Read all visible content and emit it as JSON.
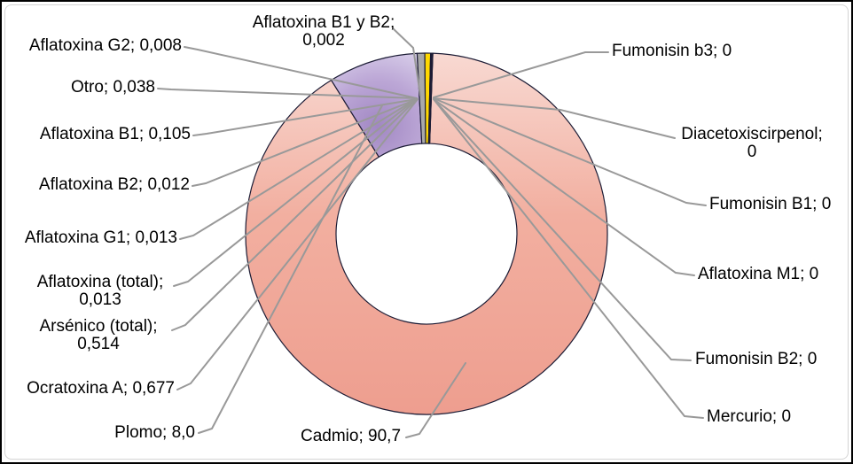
{
  "frame": {
    "background": "#FFFFFF",
    "outer_border_color": "#000000",
    "inner_border_color": "#D4D4D4"
  },
  "chart_data": {
    "type": "pie",
    "subtype": "doughnut",
    "unit": "%",
    "legend": "none",
    "data_labels": "category; value (comma decimal separator), outside with gray leader lines",
    "colors": {
      "salmon_top": "#F8D9D2",
      "salmon_mid": "#F2AFA0",
      "salmon_bottom": "#EE9E8F",
      "purple_center": "#A187C3",
      "purple_mid": "#BCA7D6",
      "purple_edge": "#DAD1EB",
      "gray": "#A9A9A9",
      "yellow": "#FFD800",
      "dark": "#20203C",
      "slice_stroke": "#1C1C35",
      "leader_line": "#999999",
      "label_text": "#000000"
    },
    "categories": [
      "Cadmio",
      "Plomo",
      "Ocratoxina A",
      "Arsénico (total)",
      "Aflatoxina (total)",
      "Aflatoxina G1",
      "Aflatoxina B2",
      "Aflatoxina B1",
      "Otro",
      "Aflatoxina G2",
      "Aflatoxina B1 y B2",
      "Fumonisin b3",
      "Diacetoxiscirpenol",
      "Fumonisin B1",
      "Aflatoxina M1",
      "Fumonisin B2",
      "Mercurio"
    ],
    "values": [
      90.7,
      8.0,
      0.677,
      0.514,
      0.013,
      0.013,
      0.012,
      0.105,
      0.038,
      0.008,
      0.002,
      0,
      0,
      0,
      0,
      0,
      0
    ],
    "slices": [
      {
        "key": "cadmio",
        "name": "Cadmio",
        "value": 90.7,
        "label": "Cadmio; 90,7",
        "fill": "salmon"
      },
      {
        "key": "plomo",
        "name": "Plomo",
        "value": 8.0,
        "label": "Plomo; 8,0",
        "fill": "purple"
      },
      {
        "key": "ocratoxina-a",
        "name": "Ocratoxina A",
        "value": 0.677,
        "label": "Ocratoxina A; 0,677",
        "fill": "gray"
      },
      {
        "key": "arsenico-total",
        "name": "Arsénico (total)",
        "value": 0.514,
        "label": "Arsénico (total);\n0,514",
        "fill": "yellow"
      },
      {
        "key": "aflatoxina-total",
        "name": "Aflatoxina (total)",
        "value": 0.013,
        "label": "Aflatoxina (total);\n0,013",
        "fill": "dark"
      },
      {
        "key": "aflatoxina-g1",
        "name": "Aflatoxina G1",
        "value": 0.013,
        "label": "Aflatoxina G1; 0,013",
        "fill": "dark"
      },
      {
        "key": "aflatoxina-b2",
        "name": "Aflatoxina B2",
        "value": 0.012,
        "label": "Aflatoxina B2; 0,012",
        "fill": "dark"
      },
      {
        "key": "aflatoxina-b1",
        "name": "Aflatoxina B1",
        "value": 0.105,
        "label": "Aflatoxina B1; 0,105",
        "fill": "dark"
      },
      {
        "key": "otro",
        "name": "Otro",
        "value": 0.038,
        "label": "Otro; 0,038",
        "fill": "dark"
      },
      {
        "key": "aflatoxina-g2",
        "name": "Aflatoxina G2",
        "value": 0.008,
        "label": "Aflatoxina G2; 0,008",
        "fill": "dark"
      },
      {
        "key": "aflatoxina-b1-y-b2",
        "name": "Aflatoxina B1 y B2",
        "value": 0.002,
        "label": "Aflatoxina B1 y B2;\n0,002",
        "fill": "dark"
      },
      {
        "key": "fumonisin-b3",
        "name": "Fumonisin b3",
        "value": 0,
        "label": "Fumonisin b3; 0",
        "fill": "dark"
      },
      {
        "key": "diacetoxiscirpenol",
        "name": "Diacetoxiscirpenol",
        "value": 0,
        "label": "Diacetoxiscirpenol;\n0",
        "fill": "dark"
      },
      {
        "key": "fumonisin-b1",
        "name": "Fumonisin B1",
        "value": 0,
        "label": "Fumonisin B1; 0",
        "fill": "dark"
      },
      {
        "key": "aflatoxina-m1",
        "name": "Aflatoxina M1",
        "value": 0,
        "label": "Aflatoxina M1; 0",
        "fill": "dark"
      },
      {
        "key": "fumonisin-b2",
        "name": "Fumonisin B2",
        "value": 0,
        "label": "Fumonisin B2; 0",
        "fill": "dark"
      },
      {
        "key": "mercurio",
        "name": "Mercurio",
        "value": 0,
        "label": "Mercurio; 0",
        "fill": "dark"
      }
    ]
  }
}
